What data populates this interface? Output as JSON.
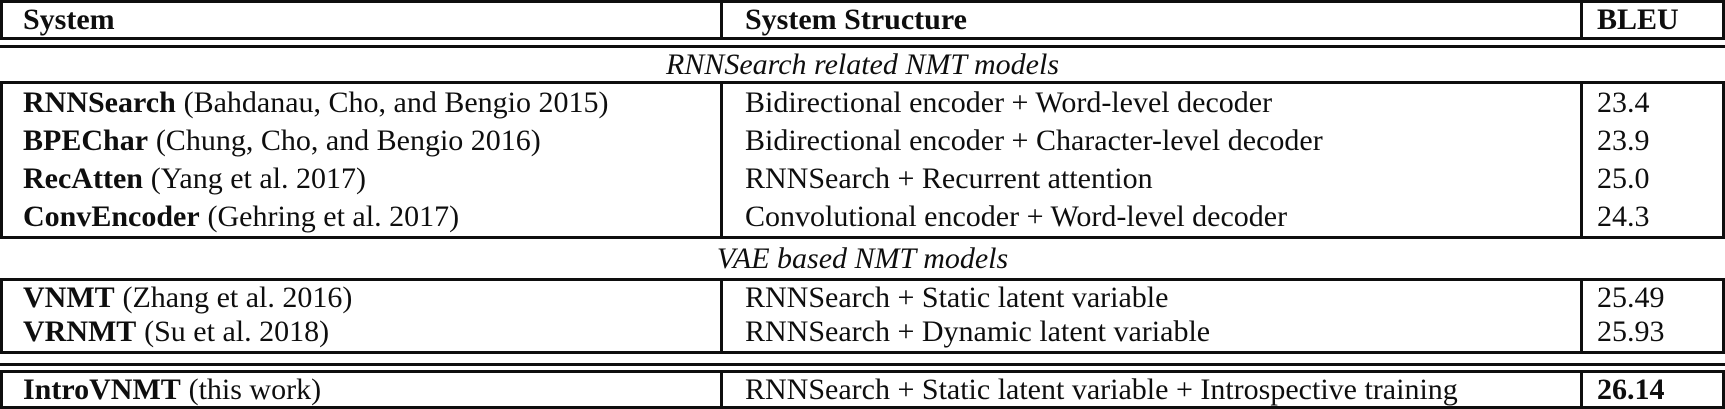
{
  "table": {
    "columns": {
      "system": "System",
      "structure": "System Structure",
      "bleu": "BLEU"
    },
    "sections": [
      {
        "label": "RNNSearch related NMT models",
        "rows": [
          {
            "system": "RNNSearch",
            "citation": "(Bahdanau, Cho, and Bengio 2015)",
            "structure": "Bidirectional encoder + Word-level decoder",
            "bleu": "23.4"
          },
          {
            "system": "BPEChar",
            "citation": "(Chung, Cho, and Bengio 2016)",
            "structure": "Bidirectional encoder + Character-level decoder",
            "bleu": "23.9"
          },
          {
            "system": "RecAtten",
            "citation": "(Yang et al. 2017)",
            "structure": "RNNSearch + Recurrent attention",
            "bleu": "25.0"
          },
          {
            "system": "ConvEncoder",
            "citation": "(Gehring et al. 2017)",
            "structure": "Convolutional encoder + Word-level decoder",
            "bleu": "24.3"
          }
        ]
      },
      {
        "label": "VAE based NMT models",
        "rows": [
          {
            "system": "VNMT",
            "citation": "(Zhang et al. 2016)",
            "structure": "RNNSearch + Static latent variable",
            "bleu": "25.49"
          },
          {
            "system": "VRNMT",
            "citation": "(Su et al. 2018)",
            "structure": "RNNSearch + Dynamic latent variable",
            "bleu": "25.93"
          }
        ]
      }
    ],
    "final_row": {
      "system": "IntroVNMT",
      "citation": "(this work)",
      "structure": "RNNSearch + Static latent variable + Introspective training",
      "bleu": "26.14"
    },
    "colors": {
      "text": "#0e0e0e",
      "background": "#ffffff",
      "rule": "#0e0e0e"
    }
  }
}
